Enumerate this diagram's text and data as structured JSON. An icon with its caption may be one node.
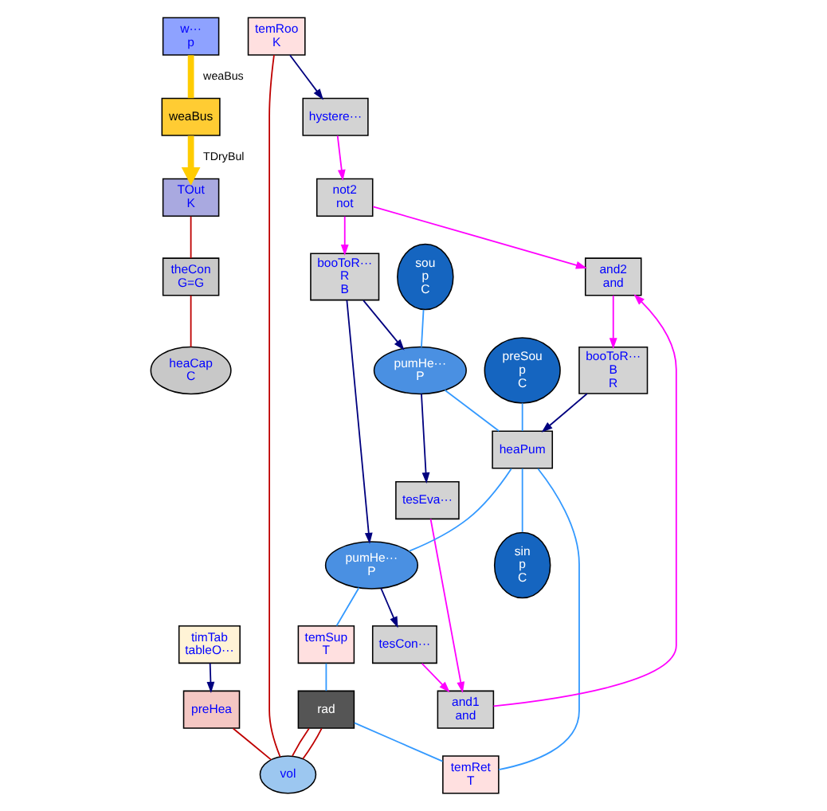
{
  "diagram": {
    "nodes": [
      {
        "text": [
          "w···",
          "p"
        ]
      },
      {
        "text": [
          "weaBus"
        ]
      },
      {
        "text": [
          "timTab",
          "tableO···"
        ]
      },
      {
        "text": [
          "preHea"
        ]
      },
      {
        "text": [
          "TOut",
          "K"
        ]
      },
      {
        "text": [
          "theCon",
          "G=G"
        ]
      },
      {
        "text": [
          "heaCap",
          "C"
        ]
      },
      {
        "text": [
          "temRoo",
          "K"
        ]
      },
      {
        "text": [
          "vol"
        ]
      },
      {
        "text": [
          "rad"
        ]
      },
      {
        "text": [
          "temSup",
          "T"
        ]
      },
      {
        "text": [
          "temRet",
          "T"
        ]
      },
      {
        "text": [
          "hystere···"
        ]
      },
      {
        "text": [
          "not2",
          "not"
        ]
      },
      {
        "text": [
          "and2",
          "and"
        ]
      },
      {
        "text": [
          "tesCon···"
        ]
      },
      {
        "text": [
          "and1",
          "and"
        ]
      },
      {
        "text": [
          "booToR···",
          "R",
          "B"
        ]
      },
      {
        "text": [
          "pumHe···",
          "P"
        ]
      },
      {
        "text": [
          "tesEva···"
        ]
      },
      {
        "text": [
          "booToR···",
          "B",
          "R"
        ]
      },
      {
        "text": [
          "preSou",
          "p",
          "C"
        ]
      },
      {
        "text": [
          "heaPum"
        ]
      },
      {
        "text": [
          "pumHe···",
          "P"
        ]
      },
      {
        "text": [
          "sou",
          "p",
          "C"
        ]
      },
      {
        "text": [
          "sin",
          "p",
          "C"
        ]
      }
    ],
    "edges": [
      {
        "from": 0,
        "to": 1,
        "arrow": "none",
        "label": "weaBus",
        "style": "thick",
        "color": "#ffcc00"
      },
      {
        "from": 1,
        "to": 4,
        "arrow": "to",
        "label": "TDryBul",
        "style": "thick",
        "color": "#ffcc00"
      },
      {
        "from": 2,
        "to": 3,
        "arrow": "to",
        "color": "#00007f"
      },
      {
        "from": 3,
        "to": 8,
        "arrow": "none",
        "color": "#bf0000"
      },
      {
        "from": 4,
        "to": 5,
        "arrow": "none",
        "color": "#bf0000"
      },
      {
        "from": 5,
        "to": 6,
        "arrow": "none",
        "color": "#bf0000"
      },
      {
        "from": 7,
        "to": 8,
        "arrow": "none",
        "color": "#bf0000"
      },
      {
        "from": 9,
        "to": 8,
        "arrow": "none",
        "color": "#bf0000"
      },
      {
        "from": 9,
        "to": 8,
        "arrow": "none",
        "color": "#bf0000"
      },
      {
        "from": 7,
        "to": 12,
        "arrow": "to",
        "color": "#00007f"
      },
      {
        "from": 12,
        "to": 13,
        "arrow": "to",
        "color": "#ff00ff"
      },
      {
        "from": 13,
        "to": 14,
        "arrow": "to",
        "color": "#ff00ff"
      },
      {
        "from": 13,
        "to": 17,
        "arrow": "to",
        "color": "#ff00ff"
      },
      {
        "from": 15,
        "to": 16,
        "arrow": "to",
        "color": "#ff00ff"
      },
      {
        "from": 19,
        "to": 16,
        "arrow": "to",
        "color": "#ff00ff"
      },
      {
        "from": 16,
        "to": 14,
        "arrow": "to",
        "color": "#ff00ff"
      },
      {
        "from": 14,
        "to": 20,
        "arrow": "to",
        "color": "#ff00ff"
      },
      {
        "from": 17,
        "to": 18,
        "arrow": "to",
        "color": "#00007f"
      },
      {
        "from": 17,
        "to": 23,
        "arrow": "to",
        "color": "#00007f"
      },
      {
        "from": 18,
        "to": 15,
        "arrow": "to",
        "color": "#00007f"
      },
      {
        "from": 23,
        "to": 19,
        "arrow": "to",
        "color": "#00007f"
      },
      {
        "from": 20,
        "to": 22,
        "arrow": "to",
        "color": "#00007f"
      },
      {
        "from": 18,
        "to": 10,
        "arrow": "none",
        "color": "#3399ff"
      },
      {
        "from": 10,
        "to": 9,
        "arrow": "none",
        "color": "#3399ff"
      },
      {
        "from": 9,
        "to": 11,
        "arrow": "none",
        "color": "#3399ff"
      },
      {
        "from": 11,
        "to": 22,
        "arrow": "none",
        "color": "#3399ff"
      },
      {
        "from": 22,
        "to": 18,
        "arrow": "none",
        "color": "#3399ff"
      },
      {
        "from": 21,
        "to": 22,
        "arrow": "none",
        "color": "#3399ff"
      },
      {
        "from": 24,
        "to": 23,
        "arrow": "none",
        "color": "#3399ff"
      },
      {
        "from": 23,
        "to": 22,
        "arrow": "none",
        "color": "#3399ff"
      },
      {
        "from": 22,
        "to": 25,
        "arrow": "none",
        "color": "#3399ff"
      }
    ]
  }
}
